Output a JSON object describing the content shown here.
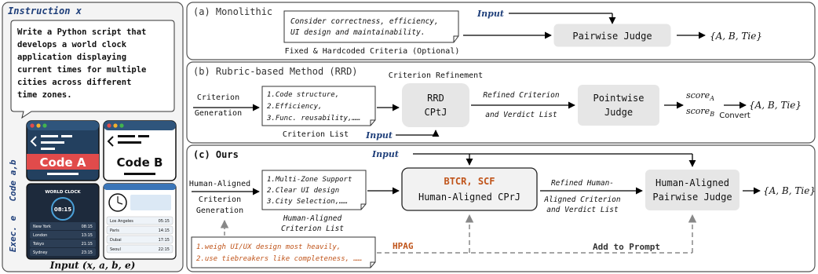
{
  "left_panel": {
    "instruction_title": "Instruction x",
    "instruction_lines": [
      "Write a Python script that",
      "develops a world clock",
      "application displaying",
      "current times for multiple",
      "cities across different",
      "time zones."
    ],
    "code_label": "Code a,b",
    "exec_label": "Exec. e",
    "code_a": "Code A",
    "code_b": "Code B",
    "input_label": "Input (x, a, b, e)",
    "clock_app_a": {
      "title": "WORLD CLOCK",
      "center_time": "08:15",
      "rows": [
        {
          "city": "New York",
          "time": "08:15"
        },
        {
          "city": "London",
          "time": "13:15"
        },
        {
          "city": "Tokyo",
          "time": "21:15"
        },
        {
          "city": "Sydney",
          "time": "23:15"
        }
      ]
    },
    "clock_app_b": {
      "rows": [
        {
          "city": "Los Angeles",
          "time": "05:15"
        },
        {
          "city": "Paris",
          "time": "14:15"
        },
        {
          "city": "Dubai",
          "time": "17:15"
        },
        {
          "city": "Seoul",
          "time": "22:15"
        }
      ]
    }
  },
  "section_a": {
    "title": "(a) Monolithic",
    "criteria_lines": [
      "Consider correctness, efficiency,",
      "UI design and maintainability."
    ],
    "criteria_caption": "Fixed & Hardcoded Criteria (Optional)",
    "input_label": "Input",
    "judge_label": "Pairwise Judge",
    "output": "{A, B, Tie}"
  },
  "section_b": {
    "title": "(b) Rubric-based Method (RRD)",
    "generation_lines": [
      "Criterion",
      "Generation"
    ],
    "criteria_lines": [
      "1.Code structure,",
      "2.Efficiency,",
      "3.Func. reusability,……"
    ],
    "criteria_caption": "Criterion List",
    "refinement_caption": "Criterion Refinement",
    "rrd_lines": [
      "RRD",
      "CPtJ"
    ],
    "refined_lines": [
      "Refined Criterion",
      "and Verdict List"
    ],
    "judge_lines": [
      "Pointwise",
      "Judge"
    ],
    "input_label": "Input",
    "score_a": "score",
    "score_a_sub": "A",
    "score_b": "score",
    "score_b_sub": "B",
    "convert_label": "Convert",
    "output": "{A, B, Tie}"
  },
  "section_c": {
    "title": "(c) Ours",
    "input_label": "Input",
    "generation_lines": [
      "Human-Aligned",
      "Criterion",
      "Generation"
    ],
    "criteria_lines": [
      "1.Multi-Zone Support",
      "2.Clear UI design",
      "3.City Selection,……"
    ],
    "criteria_caption_lines": [
      "Human-Aligned",
      "Criterion List"
    ],
    "cprj_tag": "BTCR, SCF",
    "cprj_label": "Human-Aligned CPrJ",
    "refined_lines": [
      "Refined Human-",
      "Aligned Criterion",
      "and Verdict List"
    ],
    "judge_lines": [
      "Human-Aligned",
      "Pairwise Judge"
    ],
    "output": "{A, B, Tie}",
    "hpag_lines": [
      "1.weigh UI/UX design most heavily,",
      "2.use tiebreakers like completeness, ……"
    ],
    "hpag_label": "HPAG",
    "add_to_prompt": "Add to Prompt"
  },
  "colors": {
    "accent_orange": "#c0541a",
    "accent_blue": "#1f3f7a",
    "box_gray": "#e6e6e6",
    "panel_stroke": "#555555",
    "code_panel": "#1e3a5f",
    "code_red": "#e14b4b"
  }
}
